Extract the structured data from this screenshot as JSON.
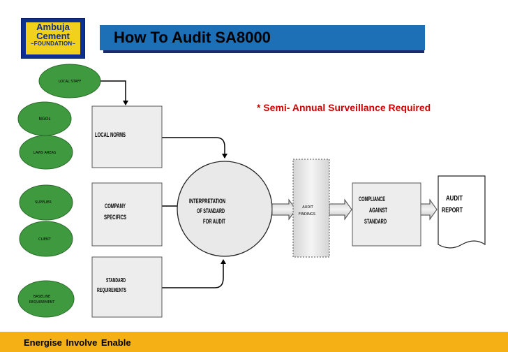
{
  "logo": {
    "line1": "Ambuja",
    "line2": "Cement",
    "line3": "~FOUNDATION~"
  },
  "title": "How To Audit SA8000",
  "note": "* Semi- Annual Surveillance Required",
  "inputs": {
    "local_staff": "LOCAL STAFF",
    "ngos": "NGOs",
    "laws_areas": "LAWS AREAS",
    "supplier": "SUPPLIER",
    "client": "CLIENT",
    "baseline_line1": "BASELINE",
    "baseline_line2": "REQUIREMENT"
  },
  "boxes": {
    "local_norms": "LOCAL NORMS",
    "company_line1": "COMPANY",
    "company_line2": "SPECIFICS",
    "standard_line1": "STANDARD",
    "standard_line2": "REQUIREMENTS"
  },
  "interpretation": {
    "line1": "INTERPRETATION",
    "line2": "OF STANDARD",
    "line3": "FOR AUDIT"
  },
  "audit_findings": {
    "line1": "AUDIT",
    "line2": "FINDINGS"
  },
  "compliance": {
    "line1": "COMPLIANCE",
    "line2": "AGAINST",
    "line3": "STANDARD"
  },
  "report": {
    "line1": "AUDIT",
    "line2": "REPORT"
  },
  "footer": "Energise  Involve    Enable",
  "colors": {
    "title_bar": "#1d6fb6",
    "title_shadow": "#1a2a6e",
    "note": "#cc0000",
    "bottom_bar": "#f5b016",
    "logo_blue": "#0d2f8f",
    "logo_yellow": "#f2d11c",
    "oval_fill": "#3f9a3f",
    "box_fill": "#ededed",
    "circle_fill": "#e9e9e9"
  }
}
